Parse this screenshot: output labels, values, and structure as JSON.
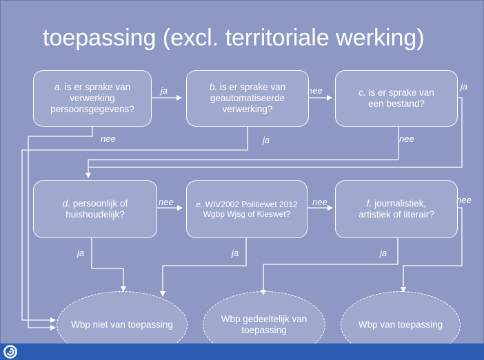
{
  "title": "toepassing (excl. territoriale werking)",
  "boxes": {
    "a": {
      "letter": "a.",
      "text": " is er sprake van verwerking persoonsgegevens?"
    },
    "b": {
      "letter": "b.",
      "text": " is er sprake van geautomatiseerde verwerking?"
    },
    "c": {
      "letter": "c.",
      "text": " is er sprake van een bestand?"
    },
    "d": {
      "letter": "d.",
      "text": " persoonlijk of huishoudelijk?"
    },
    "e": {
      "letter": "e.",
      "text": " WIV2002 Politiewet 2012 Wgbp Wjsg of Kieswet?"
    },
    "f": {
      "letter": "f.",
      "text": " journalistiek, artistiek of literair?"
    }
  },
  "outcomes": {
    "niet": "Wbp niet van toepassing",
    "gedeeltelijk": "Wbp gedeeltelijk van toepassing",
    "van": "Wbp van toepassing"
  },
  "labels": {
    "ja": "ja",
    "nee": "nee"
  },
  "colors": {
    "background": "#8d99c4",
    "footer": "#2a5cb4",
    "text": "#ffffff"
  },
  "icons": {
    "logo": "spiral-logo-icon"
  }
}
